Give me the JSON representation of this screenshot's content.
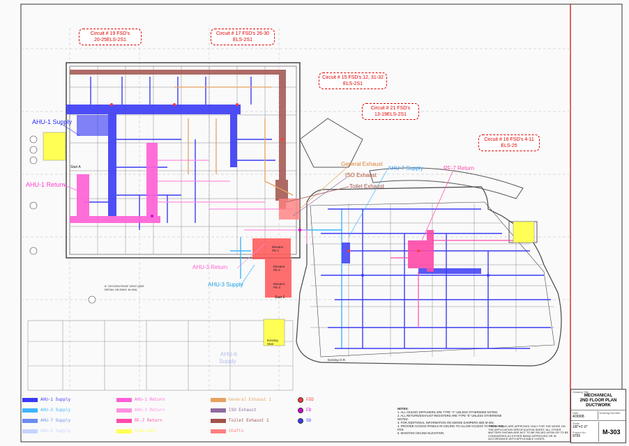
{
  "circuits": [
    {
      "line1": "Circuit # 19 FSD's",
      "line2": "20-25ELS-2S1"
    },
    {
      "line1": "Circuit # 17 FSD's 26-30",
      "line2": "ELS-2S1"
    },
    {
      "line1": "Circuit # 15 FSD's 12, 31-32",
      "line2": "ELS-2S1"
    },
    {
      "line1": "Circuit # 21 FSD's",
      "line2": "13-19ELS-2S1"
    },
    {
      "line1": "Circuit # 16 FSD's 4-11",
      "line2": "ELS-25"
    }
  ],
  "flow_labels": {
    "ahu1_supply": "AHU-1 Supply",
    "ahu1_return": "AHU-1 Return",
    "general_exhaust": "General Exhaust",
    "iso_exhaust": "ISO Exhaust",
    "toilet_exhaust": "Toilet Exhaust",
    "ahu7_supply": "AHU-7 Supply",
    "rf7_return": "RF-7 Return",
    "ahu3_return": "AHU-3 Return",
    "ahu3_supply": "AHU-3 Supply",
    "ahu6_supply_1": "AHU-6",
    "ahu6_supply_2": "Supply"
  },
  "legend": {
    "items": [
      {
        "label": "AHU-1 Supply",
        "color": "#3b3bf5"
      },
      {
        "label": "AHU-1 Return",
        "color": "#ff5fd6"
      },
      {
        "label": "General Exhaust 1",
        "color": "#e8a060"
      },
      {
        "label": "AHU-3 Supply",
        "color": "#3fb4ff"
      },
      {
        "label": "AHU-3 Return",
        "color": "#ff8fe0"
      },
      {
        "label": "ISO Exhaust",
        "color": "#8f6a9f"
      },
      {
        "label": "AHU-7 Supply",
        "color": "#6c8cf0"
      },
      {
        "label": "RF-7 Return",
        "color": "#ff4aa8"
      },
      {
        "label": "Toilet Exhaust 1",
        "color": "#a0524b"
      },
      {
        "label": "AHU-6 Supply",
        "color": "#c8d4ff"
      },
      {
        "label": "Stairwell",
        "color": "#ffff55"
      },
      {
        "label": "Shafts",
        "color": "#ff8080"
      }
    ],
    "markers": [
      {
        "label": "FSD",
        "color": "#ff3b3b"
      },
      {
        "label": "FD",
        "color": "#d400d4"
      },
      {
        "label": "SD",
        "color": "#3b3bff"
      }
    ]
  },
  "rooms": {
    "stair_a": "Stair A",
    "stair_2": "Stair 2",
    "elevator_1": "Elevator\nPE-1",
    "elevator_2": "Elevator\nPE-2",
    "elevator_3": "Elevator\nPE-3",
    "existing_stair": "Existing\nStair",
    "existing_rm": "Existing O.R.",
    "roof_vent": "6\" OXYGEN ROOF VENT (SEE DETAIL ON DWG. M-404)"
  },
  "notes": {
    "header": "NOTES:",
    "lines": [
      "1. ALL CEILING DIFFUSERS ARE TYPE \"A\" UNLESS OTHERWISE NOTED.",
      "2. ALL RETURN/EXHAUST REGISTERS ARE TYPE \"E\" UNLESS OTHERWISE NOTED.",
      "3. FOR ADDITIONAL INFORMATION ON SMOKE DAMPERS SEE M-002.",
      "4. PROVIDE ACCESS PANELS IN CEILING TO ALLOW ACCESS TO FSDS AND FDS.",
      "5. MAINTAIN CEILING ELEVATION."
    ],
    "approval": "THESE PLANS ARE APPROVED ONLY FOR THE WORK ON THE APPLICATION SPECIFICATION SHEET. ALL OTHER MATTERS SHOWN ARE NOT TO BE RELIED UPON OR TO BE CONSIDERED AS EITHER BEING APPROVED OR IN ACCORDANCE WITH APPLICABLE CODES."
  },
  "title_block": {
    "drawing_title_label": "Drawing Title",
    "title_1": "MECHANICAL",
    "title_2": "2ND FLOOR PLAN",
    "title_3": "DUCTWORK",
    "date_label": "Date",
    "date": "4/30/08",
    "scale_label": "Scale",
    "scale": "1/8\"=1'-0\"",
    "drawing_number_label": "Drawing Number",
    "drawing_number": "M-303",
    "project_label": "Project No.",
    "project": "9705"
  }
}
